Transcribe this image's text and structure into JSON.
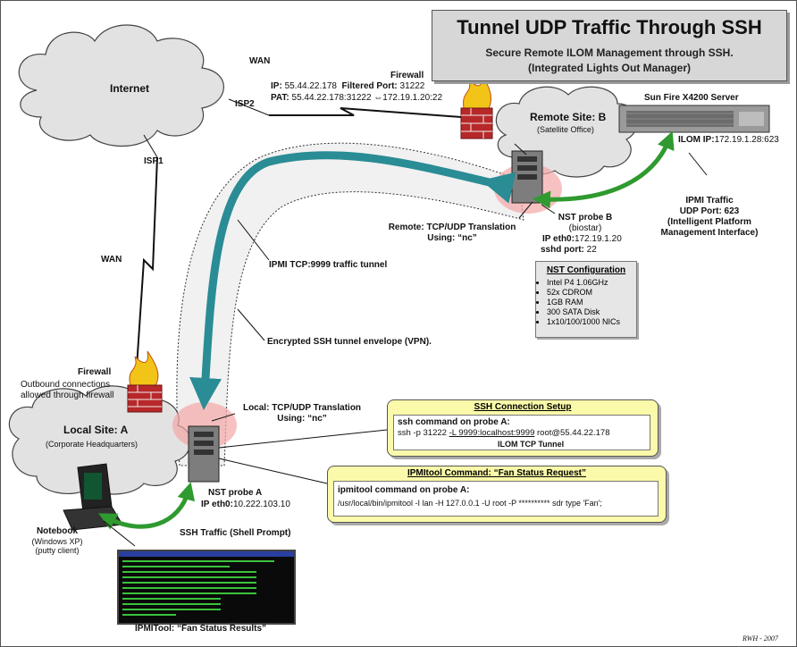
{
  "title": "Tunnel UDP Traffic Through SSH",
  "subtitle_1": "Secure Remote ILOM Management through SSH.",
  "subtitle_2": "(Integrated Lights Out Manager)",
  "clouds": {
    "internet": "Internet",
    "remote_title": "Remote Site: B",
    "remote_sub": "(Satellite Office)",
    "local_title": "Local Site: A",
    "local_sub": "(Corporate Headquarters)"
  },
  "wan_top": "WAN",
  "wan_left": "WAN",
  "isp1": "ISP1",
  "isp2": "ISP2",
  "firewall_remote": {
    "label": "Firewall",
    "ip_key": "IP:",
    "ip": "55.44.22.178",
    "filtered_key": "Filtered Port:",
    "filtered": "31222",
    "pat_key": "PAT:",
    "pat": "55.44.22.178:31222",
    "pat_arrow": "⇔",
    "pat_target": "172.19.1.20:22"
  },
  "firewall_local": {
    "label": "Firewall",
    "note_1": "Outbound connections",
    "note_2": "allowed through firewall"
  },
  "server": {
    "label": "Sun Fire X4200 Server",
    "ilom_key": "ILOM IP:",
    "ilom_ip": "172.19.1.28:623"
  },
  "ipmi_traffic": [
    "IPMI Traffic",
    "UDP Port: 623",
    "(Intelligent Platform",
    "Management Interface)"
  ],
  "probe_b": {
    "name_1": "NST probe B",
    "name_2": "(biostar)",
    "ip_key": "IP eth0:",
    "ip": "172.19.1.20",
    "port_key": "sshd port:",
    "port": "22"
  },
  "remote_translation": [
    "Remote: TCP/UDP Translation",
    "Using: “nc”"
  ],
  "nst_config": {
    "heading": "NST Configuration",
    "items": [
      "Intel P4 1.06GHz",
      "52x CDROM",
      "1GB RAM",
      "300 SATA Disk",
      "1x10/100/1000 NICs"
    ]
  },
  "ipmi_tunnel_label": "IPMI TCP:9999 traffic tunnel",
  "ssh_envelope_label": "Encrypted SSH tunnel envelope (VPN).",
  "local_translation": [
    "Local: TCP/UDP Translation",
    "Using: “nc”"
  ],
  "probe_a": {
    "name": "NST probe A",
    "ip_key": "IP eth0:",
    "ip": "10.222.103.10"
  },
  "ssh_traffic": "SSH Traffic (Shell Prompt)",
  "notebook": [
    "Notebook",
    "(Windows XP)",
    "(putty client)"
  ],
  "ssh_setup": {
    "heading": "SSH Connection Setup",
    "line_head": "ssh command on probe A:",
    "cmd_1": "ssh -p 31222 ",
    "cmd_2": "-L 9999:localhost:9999",
    "cmd_3": " root@55.44.22.178",
    "tunnel_label": "ILOM TCP Tunnel"
  },
  "ipmitool": {
    "heading": "IPMItool Command: “Fan Status Request”",
    "line_head": "ipmitool command on probe A:",
    "cmd": "/usr/local/bin/ipmitool -I lan -H 127.0.0.1 -U root -P ********** sdr type 'Fan';"
  },
  "fan_results": "IPMITool: “Fan Status Results”",
  "credit": "RWH - 2007",
  "colors": {
    "tunnel": "#2a8c95",
    "ssh_arrow": "#2f9a2f",
    "title_bg": "#d7d7d7",
    "note_bg": "#fafaaa",
    "cloud": "#e2e2e2",
    "glow": "#f5a7a7"
  }
}
